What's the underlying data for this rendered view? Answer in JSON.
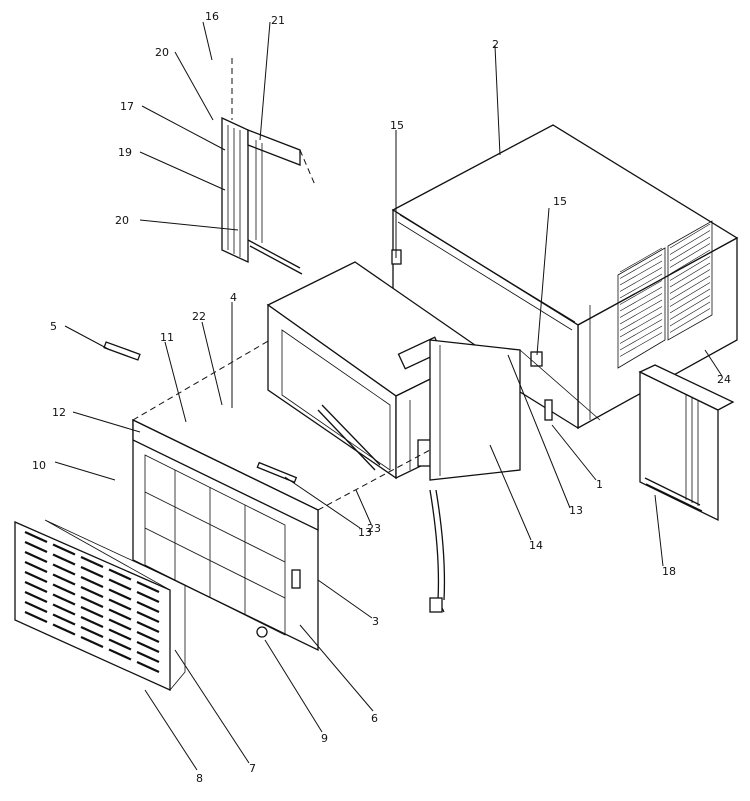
{
  "callouts": [
    "16",
    "21",
    "20",
    "2",
    "17",
    "15",
    "19",
    "15",
    "20",
    "4",
    "22",
    "5",
    "11",
    "12",
    "24",
    "10",
    "1",
    "13",
    "23",
    "14",
    "13",
    "18",
    "3",
    "6",
    "9",
    "7",
    "8"
  ]
}
